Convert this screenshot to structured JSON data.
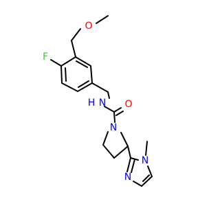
{
  "atoms": {
    "oxygen_ether": "O",
    "fluorine": "F",
    "amide_nh": "N",
    "amide_nh_h": "H",
    "amide_oxygen": "O",
    "pyrrolidine_n": "N",
    "imidazole_n1": "N",
    "imidazole_n3": "N"
  },
  "colors": {
    "bond": "#000000",
    "oxygen": "#ff0000",
    "nitrogen": "#0000ff",
    "fluorine": "#33cc33"
  }
}
